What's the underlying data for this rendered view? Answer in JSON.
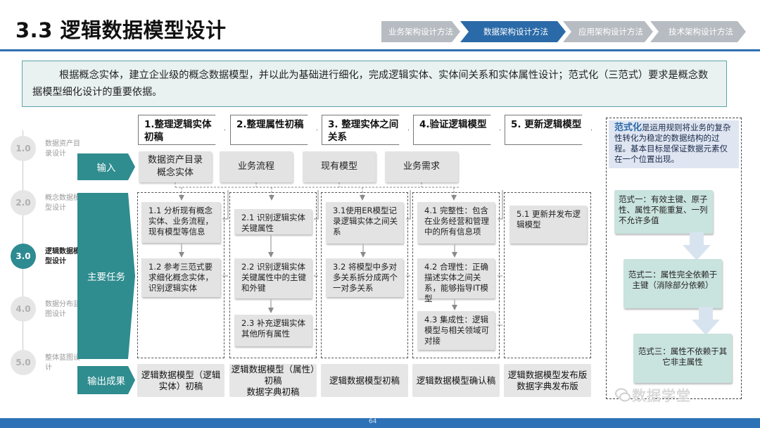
{
  "title": "3.3 逻辑数据模型设计",
  "nav": [
    {
      "label": "业务架构设计方法",
      "active": false
    },
    {
      "label": "数据架构设计方法",
      "active": true
    },
    {
      "label": "应用架构设计方法",
      "active": false
    },
    {
      "label": "技术架构设计方法",
      "active": false
    }
  ],
  "intro": "根据概念实体，建立企业级的概念数据模型，并以此为基础进行细化，完成逻辑实体、实体间关系和实体属性设计；范式化（三范式）要求是概念数据模型细化设计的重要依据。",
  "phases": [
    {
      "num": "1.0",
      "label": "数据资产目录设计",
      "active": false
    },
    {
      "num": "2.0",
      "label": "概念数据模型设计",
      "active": false
    },
    {
      "num": "3.0",
      "label": "逻辑数据模型设计",
      "active": true
    },
    {
      "num": "4.0",
      "label": "数据分布蓝图设计",
      "active": false
    },
    {
      "num": "5.0",
      "label": "整体蓝图设计",
      "active": false
    }
  ],
  "steps": [
    "1.整理逻辑实体初稿",
    "2.整理属性初稿",
    "3. 整理实体之间关系",
    "4.验证逻辑模型",
    "5. 更新逻辑模型"
  ],
  "row_tags": {
    "input": "输入",
    "tasks": "主要任务",
    "output": "输出成果"
  },
  "inputs": [
    "数据资产目录\n概念实体",
    "业务流程",
    "现有模型",
    "业务需求"
  ],
  "tasks": {
    "c1": [
      "1.1 分析现有概念实体、业务流程，现有模型等信息",
      "1.2 参考三范式要求细化概念实体，识别逻辑实体"
    ],
    "c2": [
      "2.1 识别逻辑实体关键属性",
      "2.2 识别逻辑实体关键属性中的主键和外键",
      "2.3 补充逻辑实体其他所有属性"
    ],
    "c3": [
      "3.1使用ER模型记录逻辑实体之间关系",
      "3.2 将模型中多对多关系拆分成两个一对多关系"
    ],
    "c4": [
      "4.1 完整性：包含在业务经营和管理中的所有信息项",
      "4.2 合理性：正确描述实体之间关系，能够指导IT模型",
      "4.3 集成性：逻辑模型与相关领域可对接"
    ],
    "c5": [
      "5.1 更新并发布逻辑模型"
    ]
  },
  "outputs": [
    "逻辑数据模型（逻辑实体）初稿",
    "逻辑数据模型（属性）初稿\n数据字典初稿",
    "逻辑数据模型初稿",
    "逻辑数据模型确认稿",
    "逻辑数据模型发布版\n数据字典发布版"
  ],
  "side": {
    "keyword": "范式化",
    "desc": "是运用规则将业务的复杂性转化为稳定的数据结构的过程。基本目标是保证数据元素仅在一个位置出现。",
    "nf1": "范式一：有效主键、原子性、属性不能重复、一列不允许多值",
    "nf2": "范式二：属性完全依赖于主键（消除部分依赖）",
    "nf3": "范式三：属性不依赖于其它非主属性"
  },
  "page_number": "64",
  "watermark": "数据学堂",
  "colors": {
    "brand_blue": "#2b6aa8",
    "teal": "#2f8c8f",
    "nav_off": "#b7bcc2"
  }
}
